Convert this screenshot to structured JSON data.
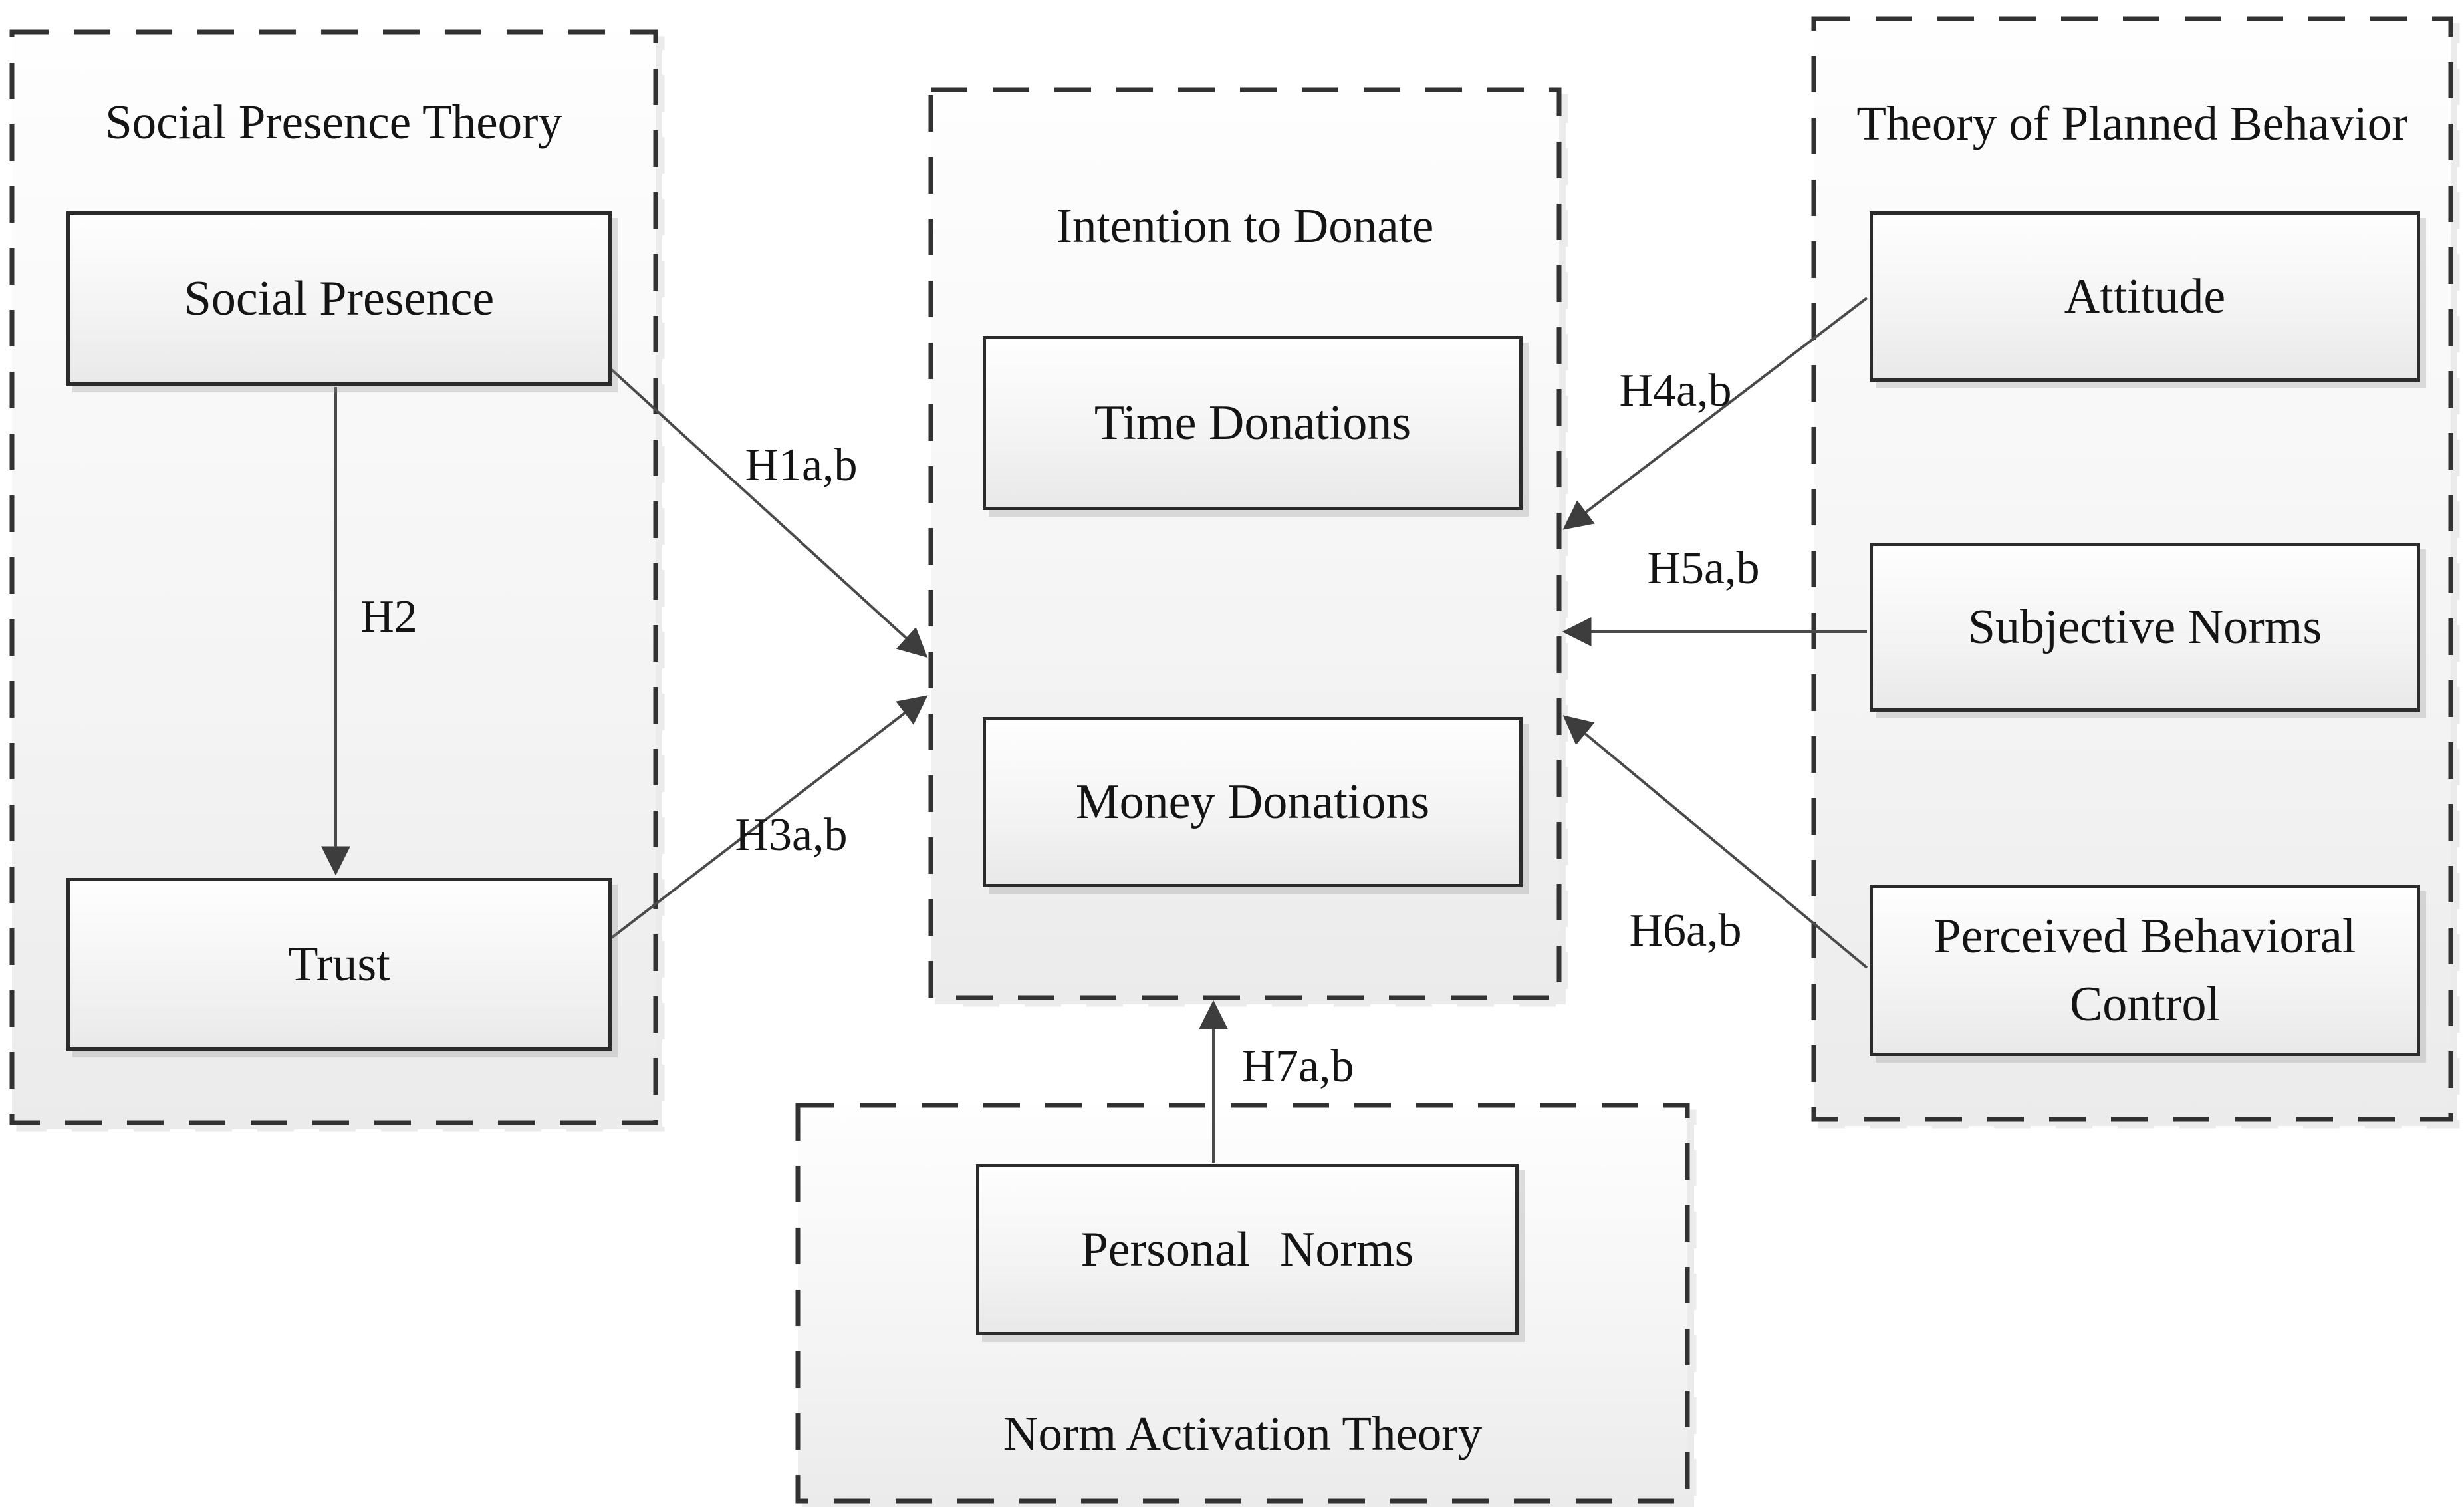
{
  "figure": {
    "background": "#ffffff",
    "groups": {
      "social_presence_theory": {
        "title": "Social Presence Theory"
      },
      "intention_to_donate": {
        "title": "Intention to Donate"
      },
      "theory_of_planned_behavior": {
        "title": "Theory of Planned Behavior"
      },
      "norm_activation_theory": {
        "title": "Norm Activation Theory"
      }
    },
    "constructs": {
      "social_presence": {
        "label": "Social Presence",
        "group": "Social Presence Theory"
      },
      "trust": {
        "label": "Trust",
        "group": "Social Presence Theory"
      },
      "time_donations": {
        "label": "Time Donations",
        "group": "Intention to Donate"
      },
      "money_donations": {
        "label": "Money Donations",
        "group": "Intention to Donate"
      },
      "attitude": {
        "label": "Attitude",
        "group": "Theory of Planned Behavior"
      },
      "subjective_norms": {
        "label": "Subjective Norms",
        "group": "Theory of Planned Behavior"
      },
      "perceived_behavioral_control": {
        "label": "Perceived Behavioral Control",
        "group": "Theory of Planned Behavior"
      },
      "personal_norms": {
        "label": "Personal Norms",
        "group": "Norm Activation Theory"
      }
    },
    "hypotheses": {
      "h1": {
        "label": "H1a,b",
        "from": "Social Presence",
        "to": "Intention to Donate"
      },
      "h2": {
        "label": "H2",
        "from": "Social Presence",
        "to": "Trust"
      },
      "h3": {
        "label": "H3a,b",
        "from": "Trust",
        "to": "Intention to Donate"
      },
      "h4": {
        "label": "H4a,b",
        "from": "Attitude",
        "to": "Intention to Donate"
      },
      "h5": {
        "label": "H5a,b",
        "from": "Subjective Norms",
        "to": "Intention to Donate"
      },
      "h6": {
        "label": "H6a,b",
        "from": "Perceived Behavioral Control",
        "to": "Intention to Donate"
      },
      "h7": {
        "label": "H7a,b",
        "from": "Personal Norms",
        "to": "Intention to Donate"
      }
    },
    "colors": {
      "dashed_border": "#333333",
      "solid_border": "#2b2b2b",
      "text": "#141414",
      "arrow": "#4a4a4a",
      "arrowhead": "#3d3d3d",
      "box_fill_top": "#fefefe",
      "box_fill_bottom": "#e9e9e9"
    }
  }
}
